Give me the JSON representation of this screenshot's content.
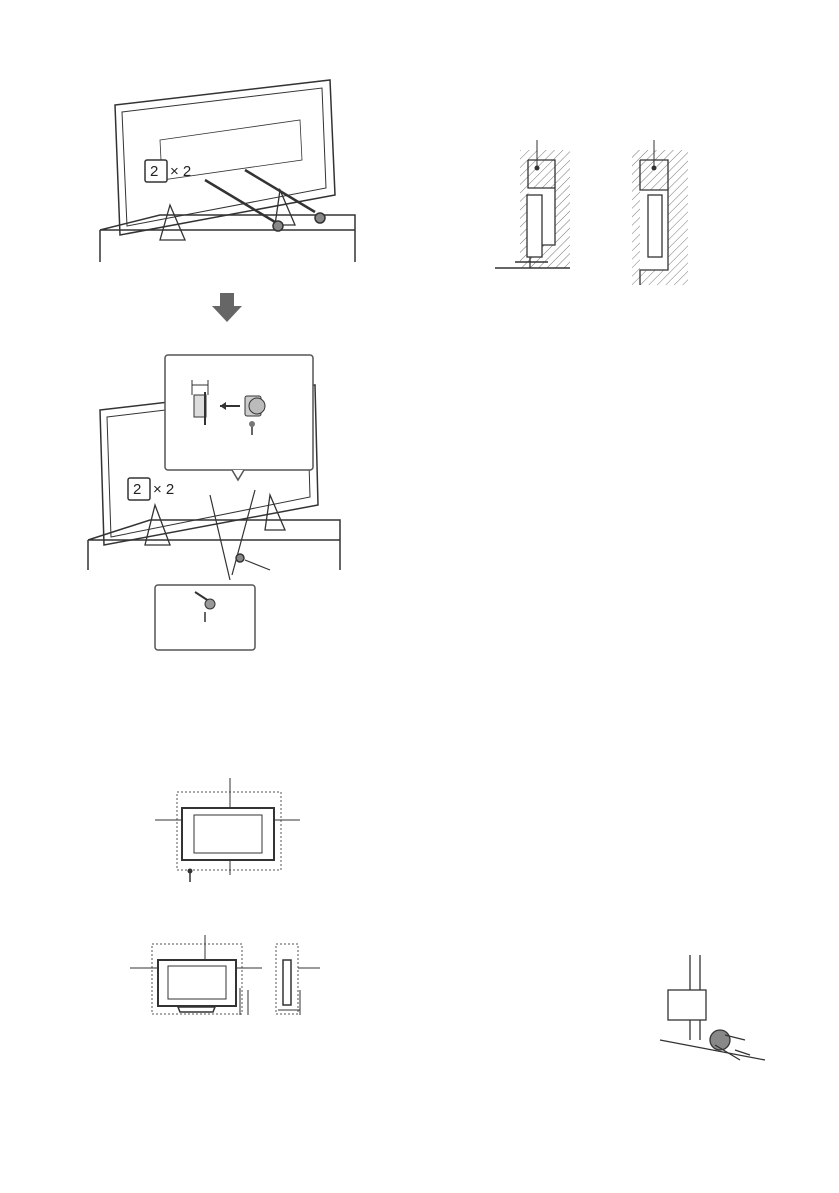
{
  "page": {
    "background": "#ffffff",
    "ink": "#333333"
  },
  "figure1": {
    "callout_symbol": "2",
    "callout_multiplier": "× 2",
    "arrow_icon": "down-arrow-icon"
  },
  "figure2": {
    "callout_symbol": "2",
    "callout_multiplier": "× 2"
  }
}
